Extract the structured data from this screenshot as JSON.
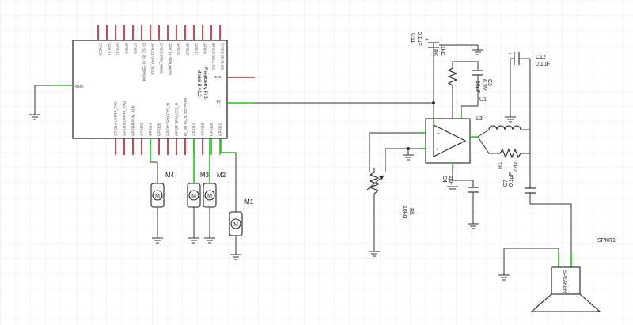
{
  "pi": {
    "model": "Raspberry Pi 3",
    "version": "Model B v1.2",
    "pin_gnd": "GND",
    "pin_5v": "5V",
    "pin_3v3": "3V3",
    "top_pins": [
      "GPIO26",
      "GPIO19",
      "GPIO13",
      "GPIO6",
      "GPIO5",
      "ID_SC I2C ID EEPROM",
      "GPIO11 SPI0_SCLK",
      "GPIO9 SPI0_MISO",
      "GPIO10 SPI0_MOSI",
      "GPIO22",
      "GPIO27",
      "GPIO17",
      "GPIO4",
      "GPIO3 SCL1 I2C",
      "GPIO2 SDA1 I2C"
    ],
    "bottom_pins": [
      "GPIO14 UART0_TXD",
      "GPIO15 UART0_RXD",
      "GPIO18 PCM_CLK",
      "GPIO23",
      "GPIO24",
      "GPIO25",
      "GPIO8 SPI0_CE0_N",
      "GPIO7 SPI0_CE1_N",
      "ID_SD I2C ID EEPROM",
      "GPIO12",
      "GPIO16",
      "GPIO20",
      "GPIO21"
    ]
  },
  "motors": [
    {
      "name": "M4",
      "glyph": "M"
    },
    {
      "name": "M3",
      "glyph": "M"
    },
    {
      "name": "M2",
      "glyph": "M"
    },
    {
      "name": "M1",
      "glyph": "M"
    }
  ],
  "components": {
    "c11": {
      "name": "C11",
      "value": "0.1µF"
    },
    "r6": {
      "name": "R6",
      "value": "1kΩ"
    },
    "c3": {
      "name": "C3",
      "value": "10µF",
      "extra": "6.3V"
    },
    "c12": {
      "name": "C12",
      "value": "0.1µF"
    },
    "u1": {
      "name": "U1"
    },
    "l3": {
      "name": "L3"
    },
    "r1": {
      "name": "R1",
      "value": "22Ω"
    },
    "c7": {
      "name": "C7",
      "value": "0.1µF"
    },
    "c4": {
      "name": "C4",
      "value": "1µF"
    },
    "r5": {
      "name": "R5",
      "value": "10kΩ"
    },
    "speaker": {
      "name": "SPKR1",
      "body": "SPEAKER"
    }
  },
  "colors": {
    "wire": "#333333",
    "connection": "#2bbf2b",
    "header_pin": "#c0202a",
    "grid": "#e6e6e6"
  }
}
